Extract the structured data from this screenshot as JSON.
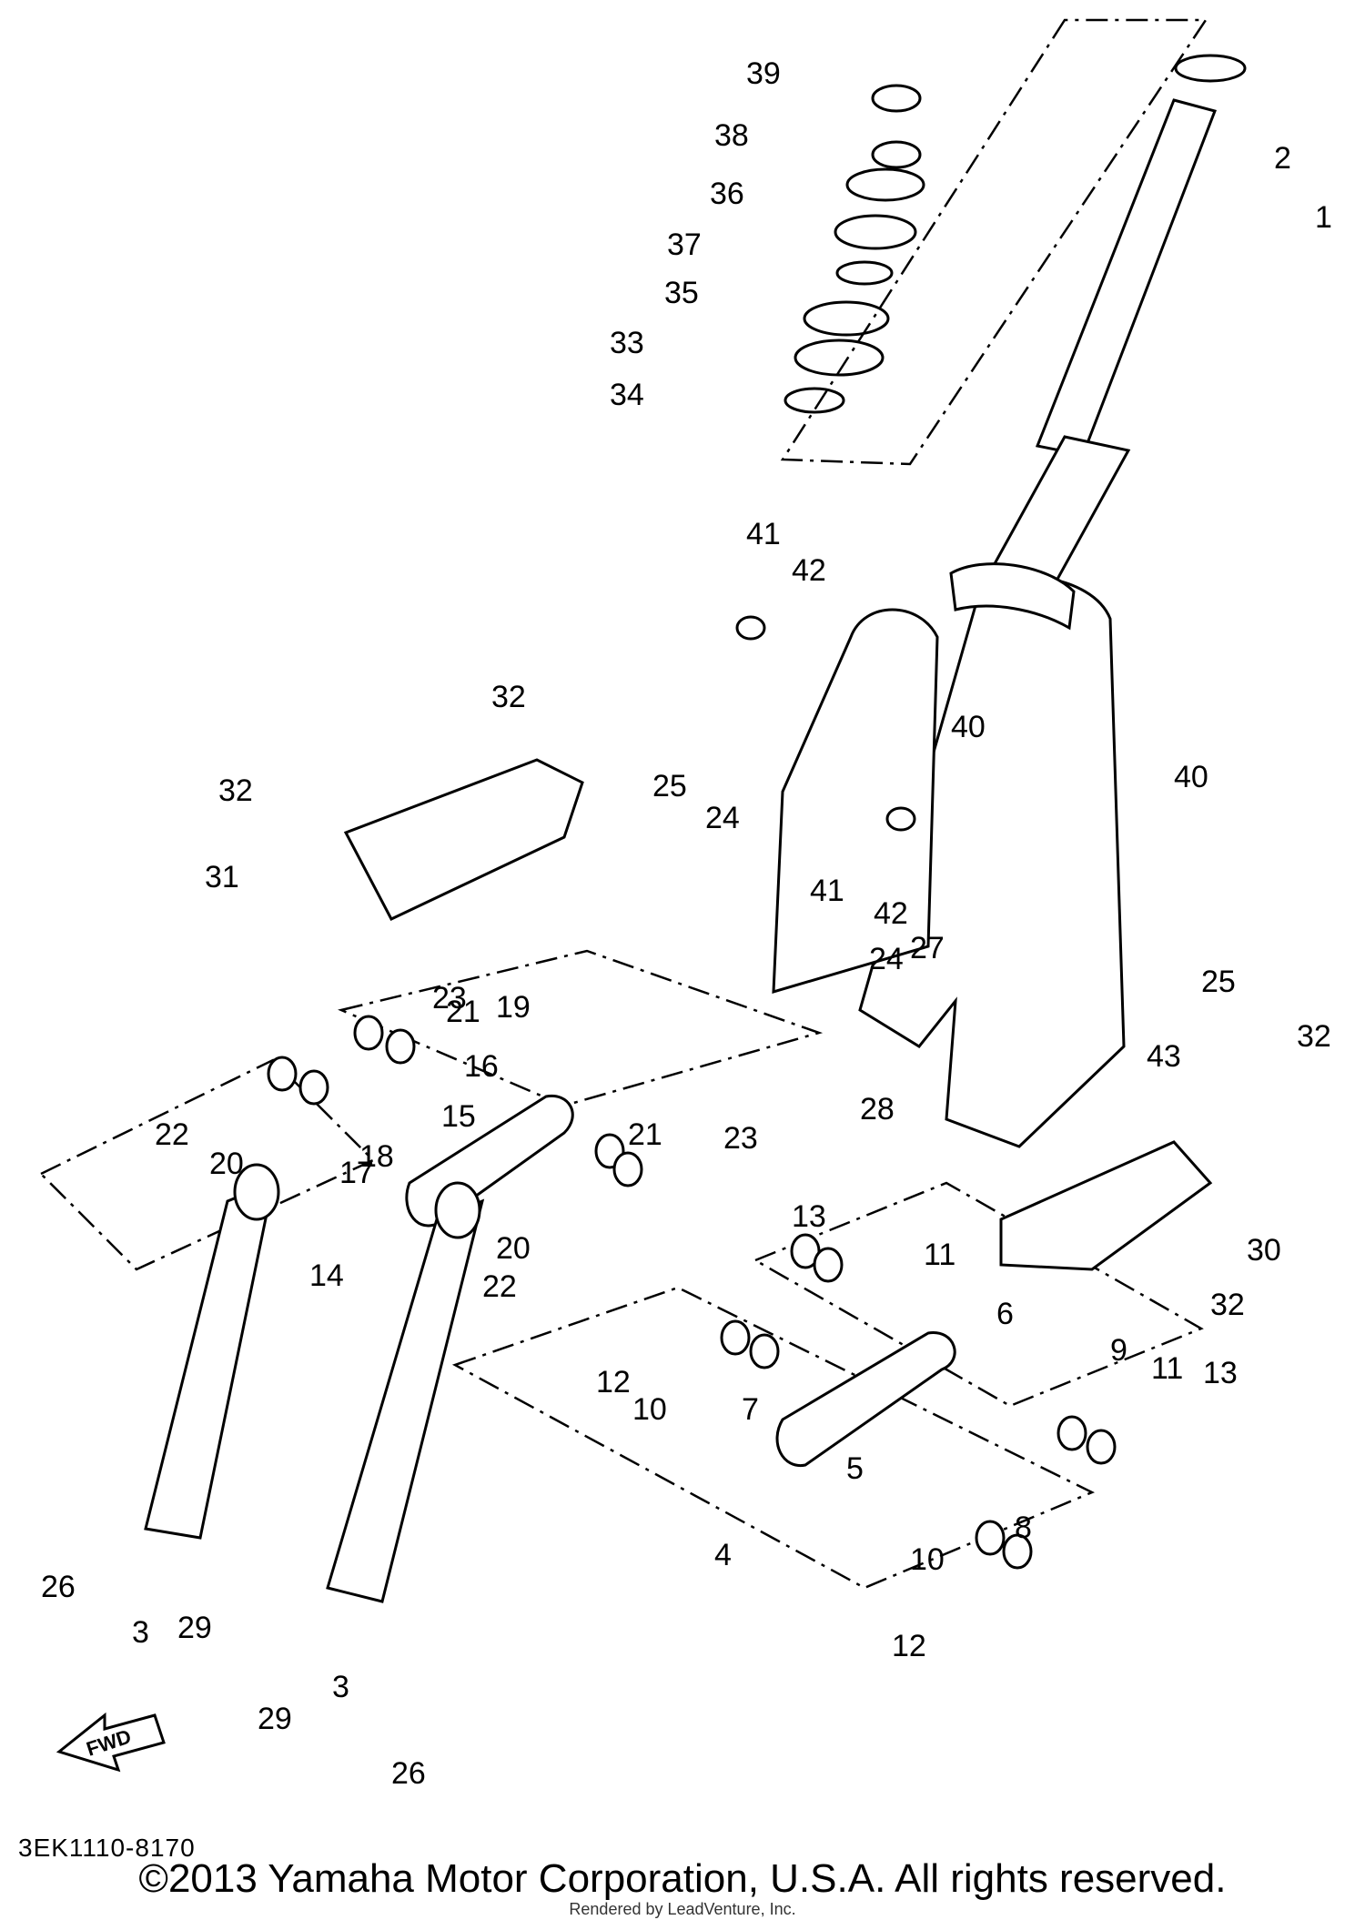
{
  "diagram": {
    "part_labels": [
      "1",
      "2",
      "3",
      "3",
      "4",
      "5",
      "6",
      "7",
      "8",
      "9",
      "10",
      "10",
      "11",
      "11",
      "12",
      "12",
      "13",
      "13",
      "14",
      "15",
      "16",
      "17",
      "18",
      "19",
      "20",
      "20",
      "21",
      "21",
      "22",
      "22",
      "23",
      "23",
      "24",
      "24",
      "25",
      "25",
      "26",
      "26",
      "27",
      "28",
      "29",
      "29",
      "30",
      "31",
      "32",
      "32",
      "32",
      "32",
      "33",
      "34",
      "35",
      "36",
      "37",
      "38",
      "39",
      "40",
      "40",
      "41",
      "41",
      "42",
      "42",
      "43"
    ],
    "fwd_arrow_label": "FWD",
    "drawing_code": "3EK1110-8170",
    "copyright": "©2013 Yamaha Motor Corporation, U.S.A. All rights reserved.",
    "rendered_by": "Rendered by LeadVenture, Inc."
  }
}
